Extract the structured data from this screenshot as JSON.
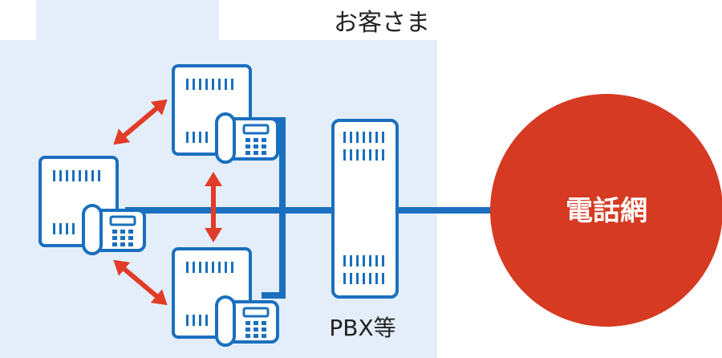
{
  "labels": {
    "customer": "お客さま",
    "pbx": "PBX等",
    "network": "電話網"
  },
  "colors": {
    "customer_area": "#e3eefa",
    "device_stroke": "#1a6fbe",
    "device_fill": "#ffffff",
    "trunk_line": "#1a6fbe",
    "arrow": "#e03c27",
    "network_circle": "#d63a22",
    "network_text": "#ffffff",
    "label_text": "#222222"
  },
  "icons": {
    "telephone_unit": "office-phone-icon",
    "pbx": "server-rack-icon",
    "arrow": "double-arrow-icon",
    "network": "circle"
  }
}
